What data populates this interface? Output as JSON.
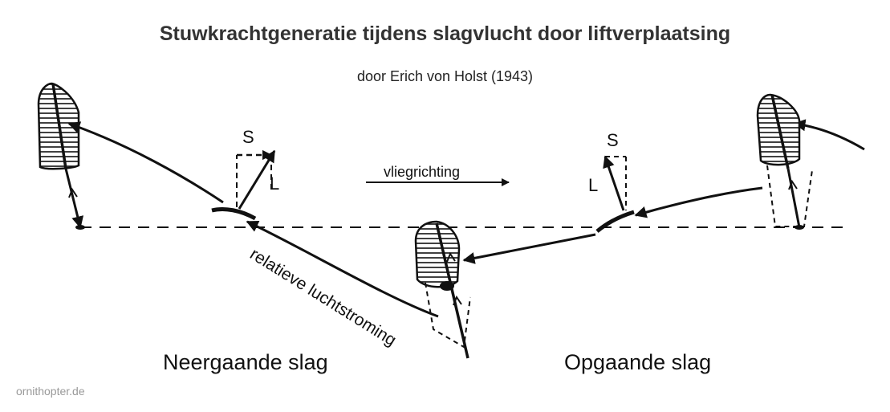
{
  "title": "Stuwkrachtgeneratie tijdens slagvlucht door liftverplaatsing",
  "subtitle": "door Erich von Holst (1943)",
  "labels": {
    "thrust_left": "S",
    "lift_left": "L",
    "thrust_right": "S",
    "lift_right": "L",
    "flight_direction": "vliegrichting",
    "relative_airflow": "relatieve luchtstroming"
  },
  "captions": {
    "downstroke": "Neergaande slag",
    "upstroke": "Opgaande slag"
  },
  "watermark": "ornithopter.de"
}
